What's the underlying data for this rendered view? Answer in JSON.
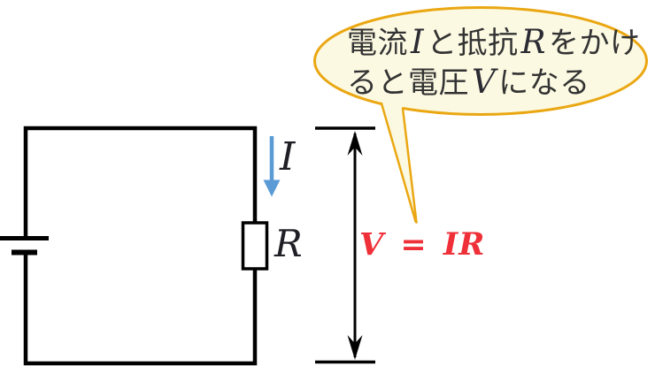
{
  "colors": {
    "wire_black": "#000000",
    "current_arrow_blue": "#5b9bd5",
    "bubble_fill": "#fcf9e2",
    "bubble_border": "#eaa712",
    "formula_red": "#ef3038",
    "bubble_text": "#333333"
  },
  "speech_bubble": {
    "line1": {
      "t1": "電流",
      "var1": "I",
      "t2": "と抵抗",
      "var2": "R",
      "t3": "をかけ"
    },
    "line2": {
      "t1": "ると電圧",
      "var1": "V",
      "t2": "になる"
    }
  },
  "circuit": {
    "current_label": "I",
    "resistor_label": "R",
    "formula": "V = IR"
  }
}
